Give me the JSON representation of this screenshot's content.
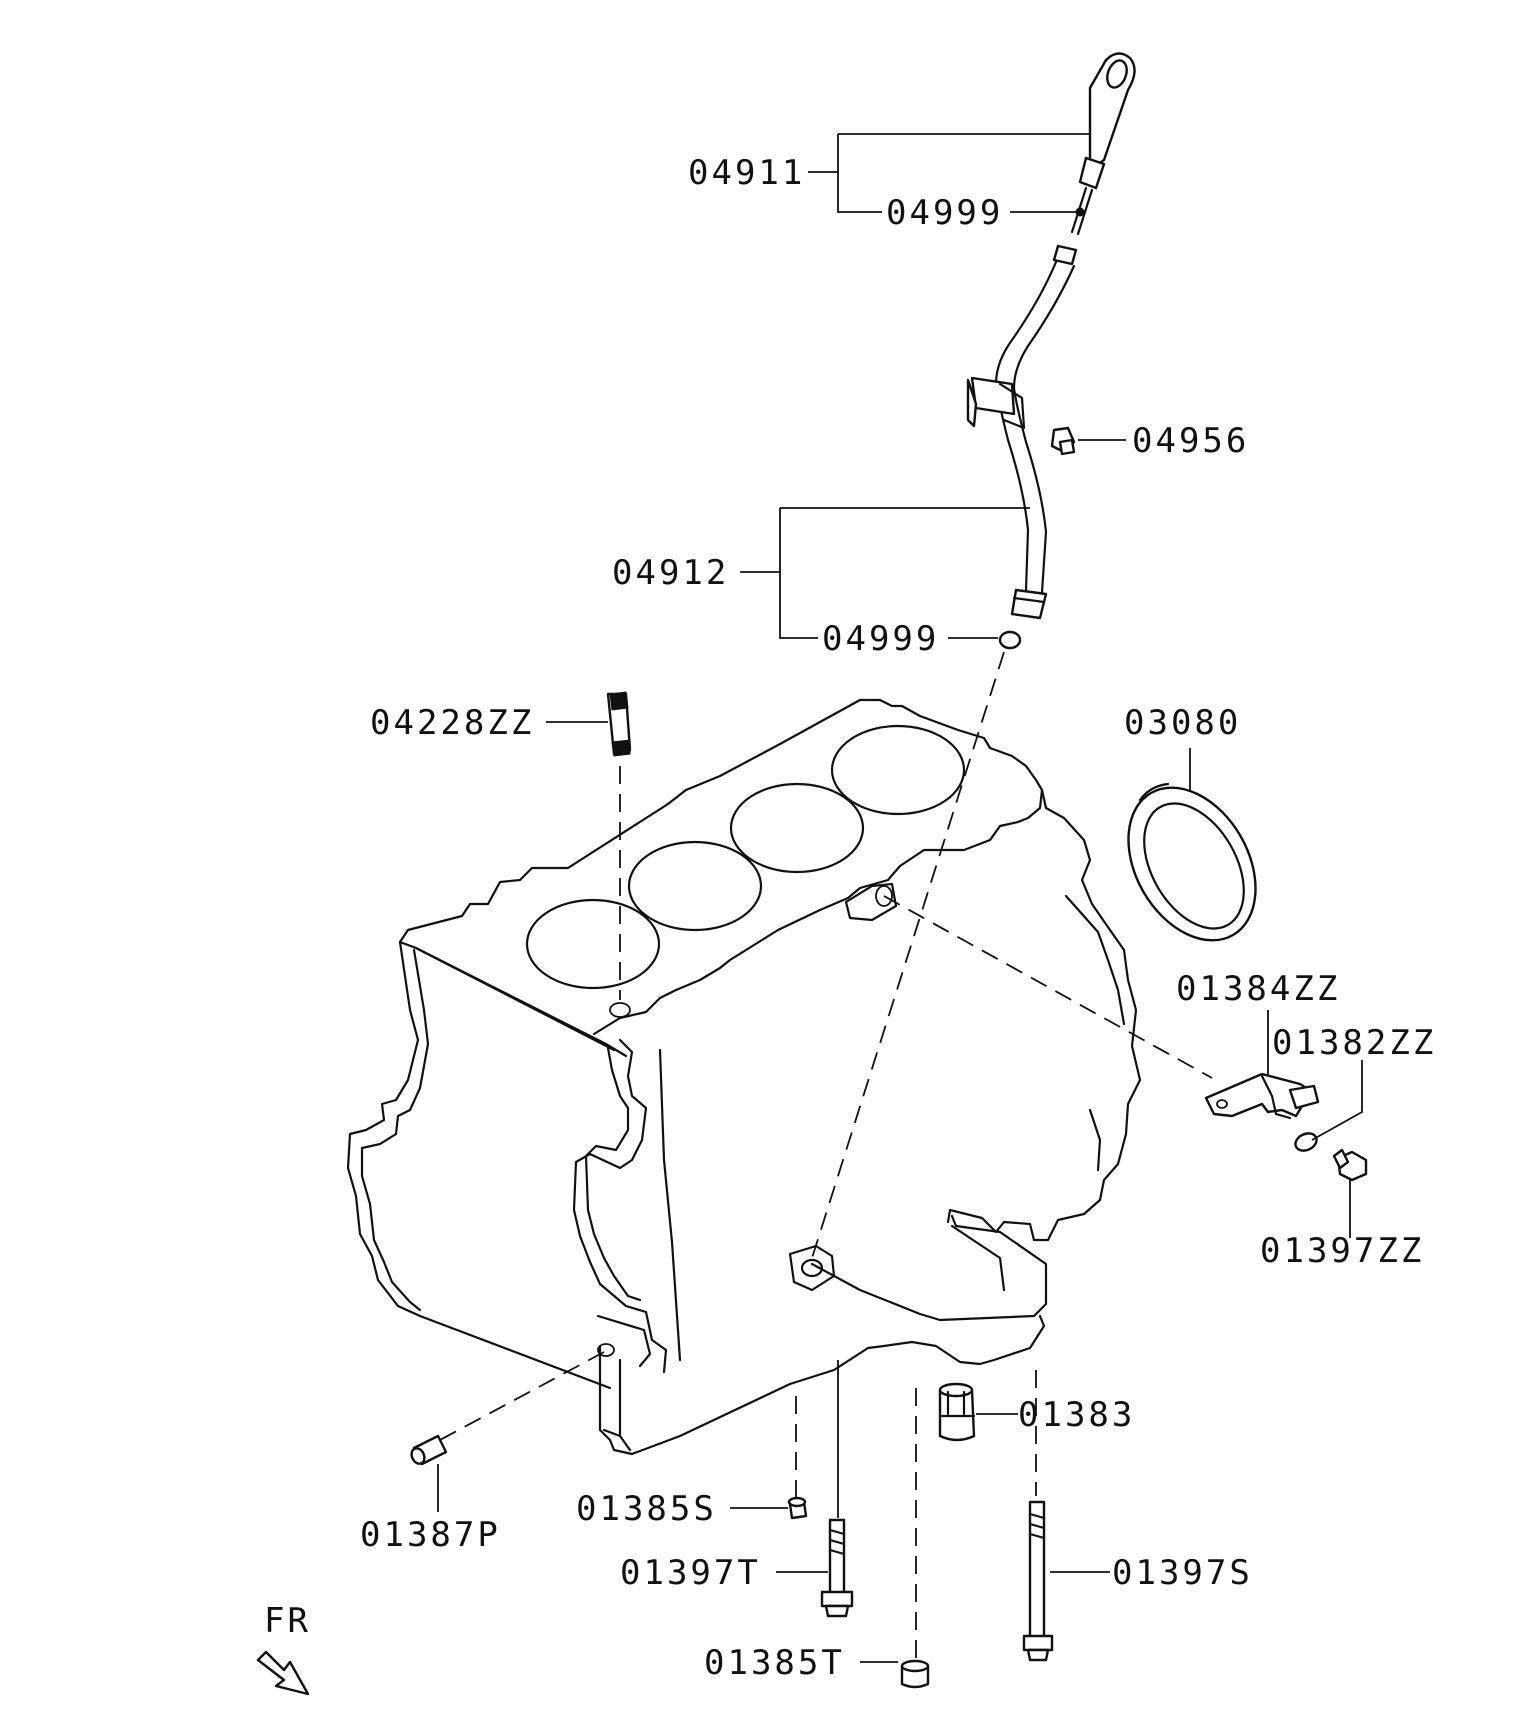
{
  "labels": {
    "p04911": "04911",
    "p04999_upper": "04999",
    "p04956": "04956",
    "p04912": "04912",
    "p04999_lower": "04999",
    "p04228ZZ": "04228ZZ",
    "p03080": "03080",
    "p01384ZZ": "01384ZZ",
    "p01382ZZ": "01382ZZ",
    "p01397ZZ": "01397ZZ",
    "p01383": "01383",
    "p01385S": "01385S",
    "p01387P": "01387P",
    "p01397T": "01397T",
    "p01397S": "01397S",
    "p01385T": "01385T",
    "front": "FR"
  },
  "icons": {
    "front_direction": "front-arrow-icon"
  }
}
